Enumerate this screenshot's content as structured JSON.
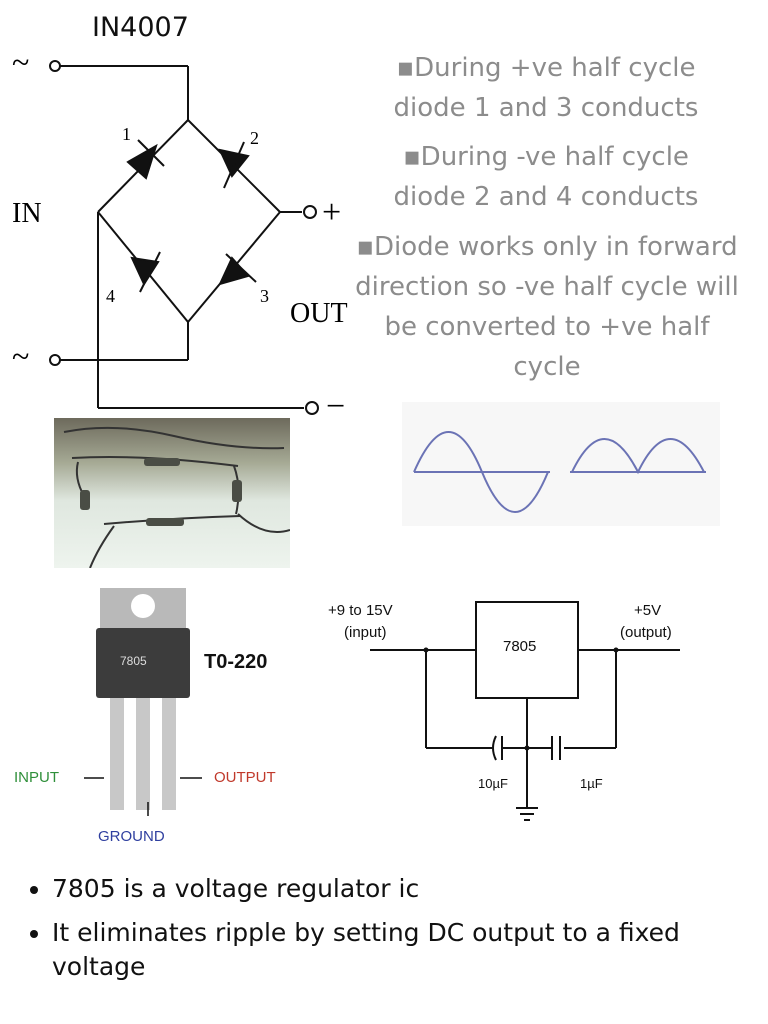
{
  "bridge": {
    "diode_label": "IN4007",
    "in_label": "IN",
    "out_label": "OUT",
    "ac_symbol": "~",
    "plus_symbol": "+",
    "minus_symbol": "−",
    "diode_numbers": [
      "1",
      "2",
      "3",
      "4"
    ]
  },
  "notes": [
    "▪During +ve half cycle diode 1 and 3 conducts",
    "▪During -ve half cycle diode 2 and 4 conducts",
    "▪Diode works only in forward direction so -ve half cycle will be converted to +ve half cycle"
  ],
  "ic": {
    "marking": "7805",
    "package": "T0-220",
    "input_label": "INPUT",
    "output_label": "OUTPUT",
    "ground_label": "GROUND"
  },
  "regulator": {
    "input_voltage": "+9 to 15V",
    "input_note": "(input)",
    "output_voltage": "+5V",
    "output_note": "(output)",
    "chip_label": "7805",
    "cap1": "10µF",
    "cap2": "1µF"
  },
  "bullets": [
    "7805 is a voltage regulator ic",
    "It eliminates ripple by setting DC output to a fixed voltage"
  ],
  "colors": {
    "notes_text": "#8c8c8c",
    "waveform": "#6b73b5",
    "input_label": "#2f8f3a",
    "output_label": "#c0392b",
    "ground_label": "#2f3f9f"
  }
}
